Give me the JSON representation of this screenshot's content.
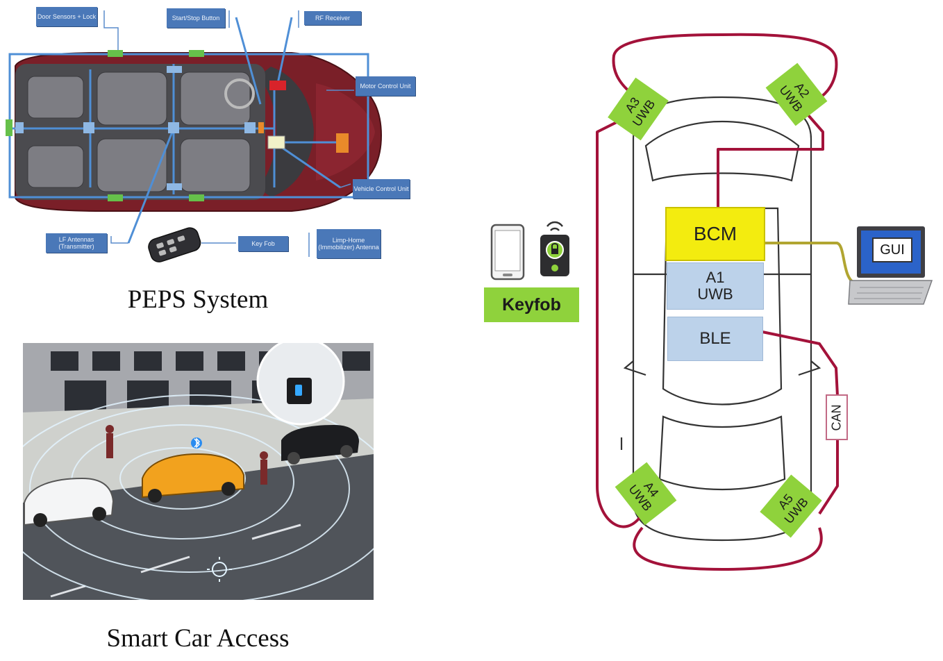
{
  "peps": {
    "caption": "PEPS System",
    "labels": {
      "door_sensors": "Door Sensors + Lock",
      "start_stop": "Start/Stop Button",
      "rf_receiver": "RF Receiver",
      "motor_control": "Motor Control Unit",
      "vehicle_control": "Vehicle Control Unit",
      "lf_antennas": "LF Antennas (Transmitter)",
      "key_fob": "Key Fob",
      "limp_home": "Limp-Home (Immobilizer) Antenna"
    }
  },
  "smart_access": {
    "caption": "Smart Car Access"
  },
  "uwb_diagram": {
    "keyfob_label": "Keyfob",
    "modules": {
      "bcm": "BCM",
      "a1_line1": "A1",
      "a1_line2": "UWB",
      "ble": "BLE"
    },
    "anchors": [
      {
        "id": "a2",
        "line1": "A2",
        "line2": "UWB"
      },
      {
        "id": "a3",
        "line1": "A3",
        "line2": "UWB"
      },
      {
        "id": "a4",
        "line1": "A4",
        "line2": "UWB"
      },
      {
        "id": "a5",
        "line1": "A5",
        "line2": "UWB"
      }
    ],
    "bus_label": "CAN",
    "gui_label": "GUI"
  },
  "colors": {
    "callout_blue": "#4a78b8",
    "bus_crimson": "#a3123a",
    "bcm_yellow": "#f3ec0f",
    "module_blue": "#bcd2ea",
    "anchor_green": "#8fd23c",
    "keyfob_green": "#8fd23c",
    "gui_wire": "#b1a531"
  }
}
